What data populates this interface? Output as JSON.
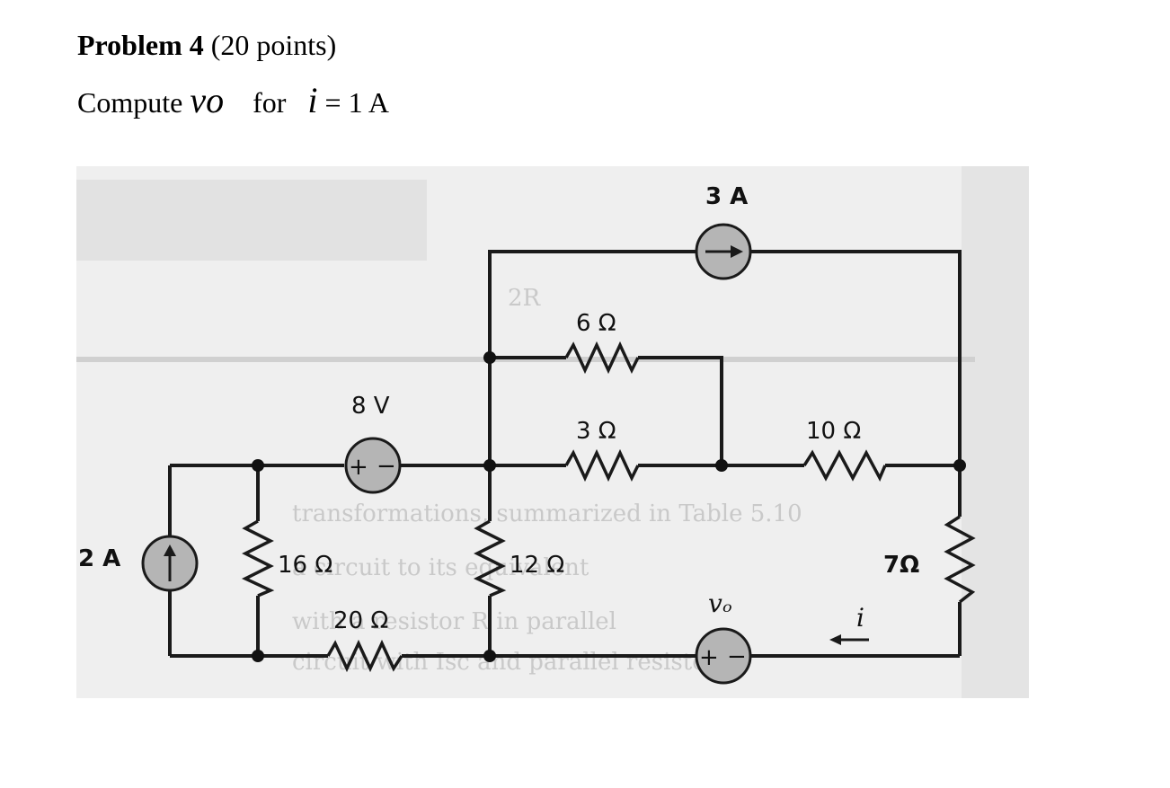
{
  "problem": {
    "title_bold": "Problem 4",
    "title_points": "(20 points)",
    "compute_word": "Compute",
    "variable": "vo",
    "for_word": "for",
    "current_var": "i",
    "current_value": "= 1 A"
  },
  "circuit": {
    "current_source_3a": "3 A",
    "current_source_2a": "2 A",
    "voltage_source_8v": "8 V",
    "resistor_6": "6 Ω",
    "resistor_3": "3 Ω",
    "resistor_10": "10 Ω",
    "resistor_16": "16 Ω",
    "resistor_12": "12 Ω",
    "resistor_20": "20 Ω",
    "resistor_7": "7Ω",
    "vo_label": "vₒ",
    "i_label": "i",
    "plus_sign": "+",
    "minus_sign": "−"
  }
}
